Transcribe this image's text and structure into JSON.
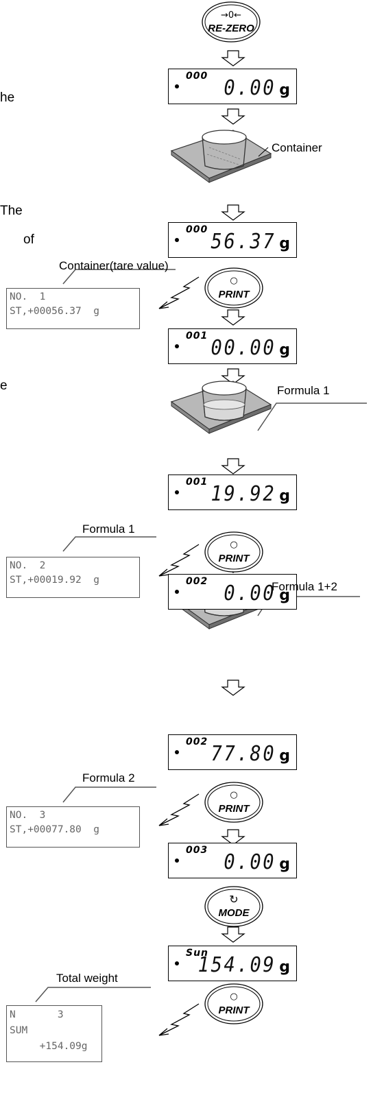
{
  "left_text": [
    "he",
    "The",
    "of",
    "e"
  ],
  "buttons": {
    "rezero": {
      "symbol": "→0←",
      "label": "RE-ZERO"
    },
    "print": {
      "symbol": "○",
      "label": "PRINT"
    },
    "mode": {
      "symbol": "↻",
      "label": "MODE"
    }
  },
  "displays": [
    {
      "index": "000",
      "value": "0.00",
      "unit": "g"
    },
    {
      "index": "000",
      "value": "56.37",
      "unit": "g"
    },
    {
      "index": "001",
      "value": "00.00",
      "unit": "g"
    },
    {
      "index": "001",
      "value": "19.92",
      "unit": "g"
    },
    {
      "index": "002",
      "value": "0.00",
      "unit": "g"
    },
    {
      "index": "002",
      "value": "77.80",
      "unit": "g"
    },
    {
      "index": "003",
      "value": "0.00",
      "unit": "g"
    },
    {
      "index": "Sun",
      "value": "154.09",
      "unit": "g"
    }
  ],
  "callouts": {
    "container": "Container",
    "container_tare": "Container(tare value)",
    "formula1_beaker": "Formula 1",
    "formula1_print": "Formula 1",
    "formula12": "Formula 1+2",
    "formula2_print": "Formula 2",
    "total_weight": "Total weight"
  },
  "printouts": [
    {
      "line1": "NO.  1",
      "line2": "ST,+00056.37  g"
    },
    {
      "line1": "NO.  2",
      "line2": "ST,+00019.92  g"
    },
    {
      "line1": "NO.  3",
      "line2": "ST,+00077.80  g"
    },
    {
      "line1": "N       3",
      "line2": "SUM",
      "line3": "     +154.09g"
    }
  ]
}
